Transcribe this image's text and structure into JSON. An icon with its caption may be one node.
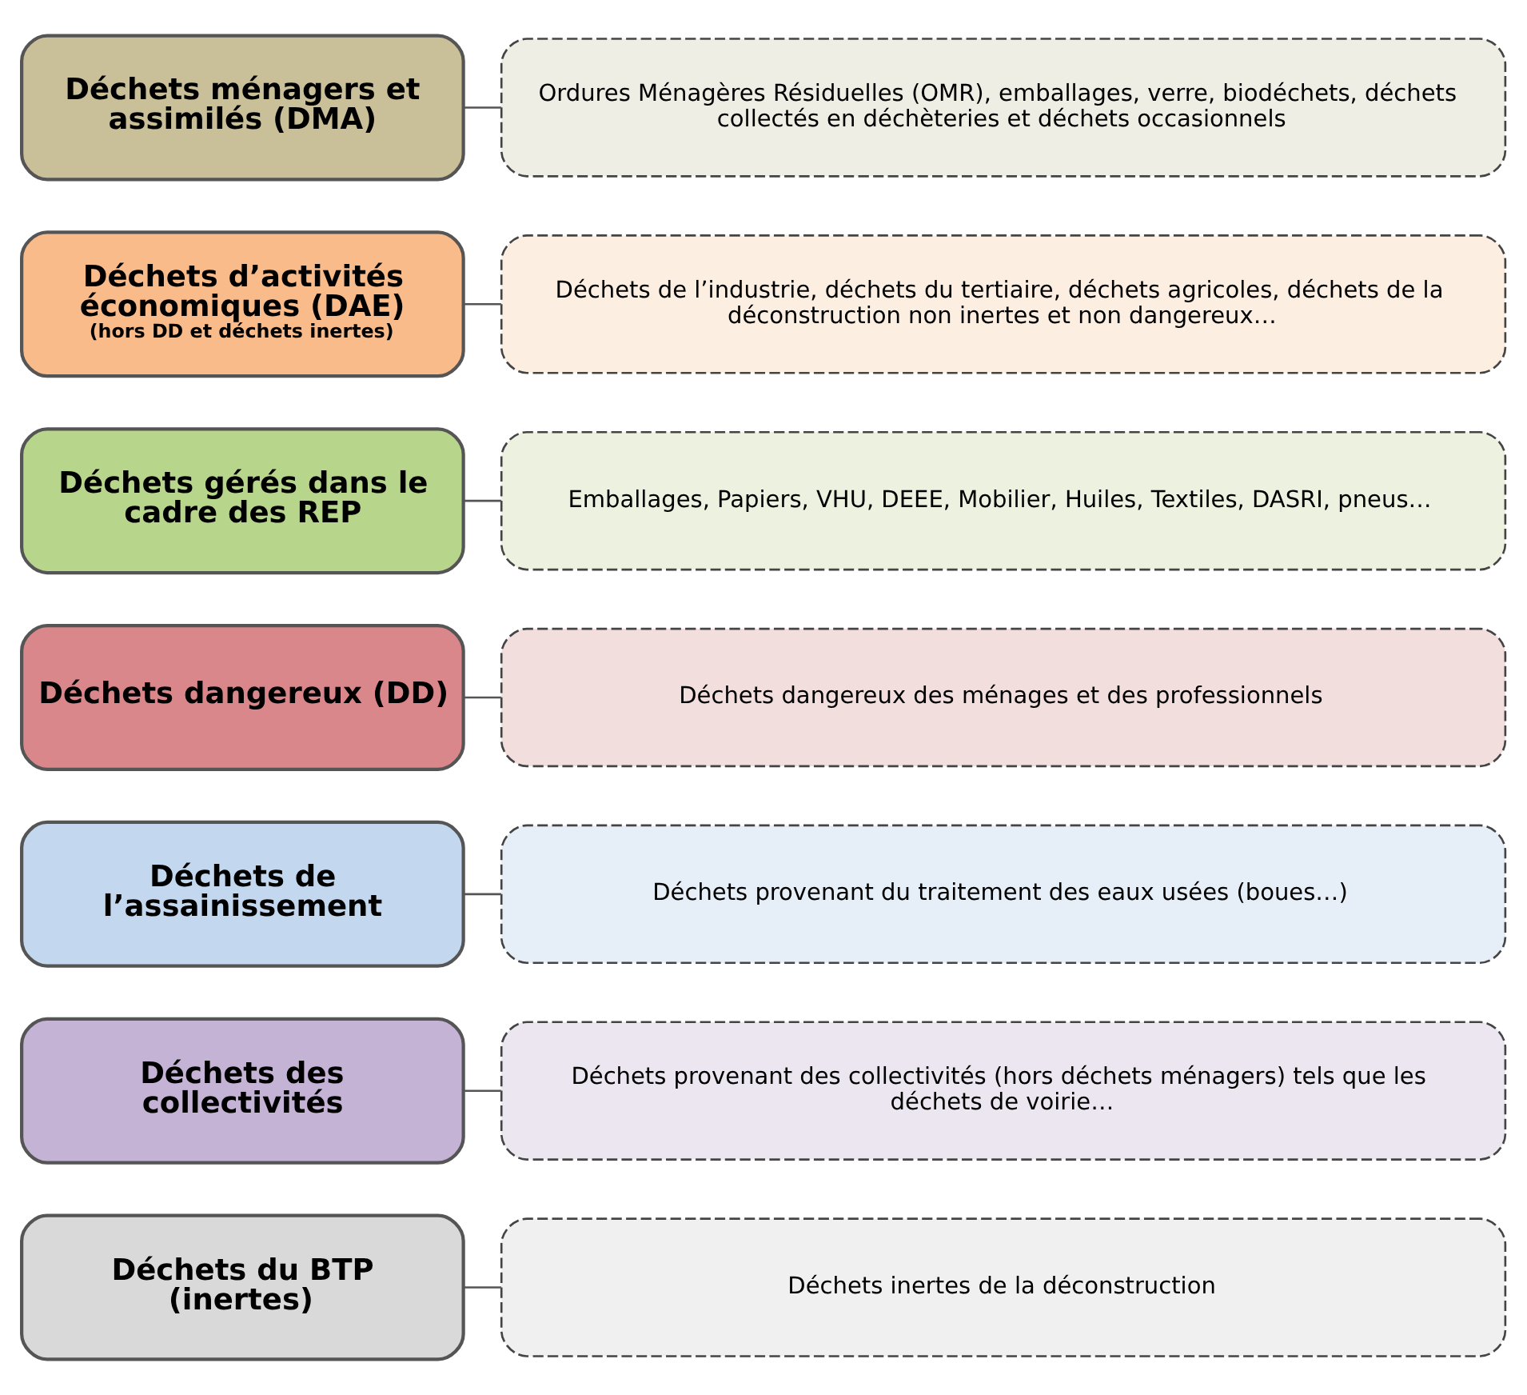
{
  "diagram": {
    "nodes": [
      {
        "text": [
          "Déchets ménagers et assimilés (DMA)"
        ]
      },
      {
        "text": [
          "Ordures Ménagères Résiduelles (OMR), emballages, verre, biodéchets, déchets collectés en déchèteries et déchets occasionnels"
        ]
      },
      {
        "text": [
          "Déchets d’activités économiques (DAE)",
          "(hors DD et déchets inertes)"
        ]
      },
      {
        "text": [
          "Déchets de l’industrie, déchets du tertiaire, déchets agricoles, déchets de la déconstruction non inertes et non dangereux…"
        ]
      },
      {
        "text": [
          "Déchets gérés dans le cadre des REP"
        ]
      },
      {
        "text": [
          "Emballages, Papiers, VHU, DEEE, Mobilier, Huiles, Textiles, DASRI, pneus…"
        ]
      },
      {
        "text": [
          "Déchets dangereux (DD)"
        ]
      },
      {
        "text": [
          "Déchets dangereux des ménages et des professionnels"
        ]
      },
      {
        "text": [
          "Déchets de l’assainissement"
        ]
      },
      {
        "text": [
          "Déchets provenant du traitement des eaux usées (boues…)"
        ]
      },
      {
        "text": [
          "Déchets des collectivités"
        ]
      },
      {
        "text": [
          "Déchets provenant des collectivités (hors déchets ménagers) tels que les déchets de voirie…"
        ]
      },
      {
        "text": [
          "Déchets du BTP (inertes)"
        ]
      },
      {
        "text": [
          "Déchets inertes de la déconstruction"
        ]
      }
    ],
    "edges": [
      {
        "from": 0,
        "to": 1,
        "arrow": "none"
      },
      {
        "from": 2,
        "to": 3,
        "arrow": "none"
      },
      {
        "from": 4,
        "to": 5,
        "arrow": "none"
      },
      {
        "from": 6,
        "to": 7,
        "arrow": "none"
      },
      {
        "from": 8,
        "to": 9,
        "arrow": "none"
      },
      {
        "from": 10,
        "to": 11,
        "arrow": "none"
      },
      {
        "from": 12,
        "to": 13,
        "arrow": "none"
      }
    ]
  }
}
